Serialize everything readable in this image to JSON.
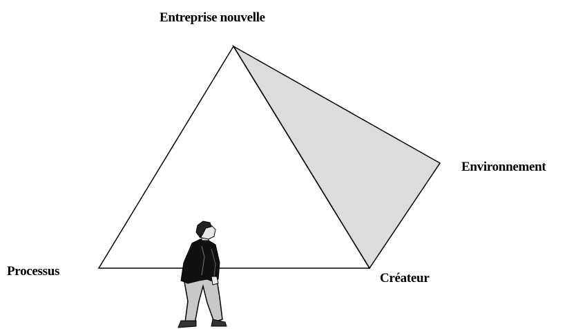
{
  "diagram": {
    "vertices": {
      "top": "Entreprise nouvelle",
      "right": "Environnement",
      "left": "Processus",
      "bottom_right": "Créateur"
    },
    "colors": {
      "outline": "#000000",
      "shaded_face": "#dcdcdc",
      "background": "#ffffff",
      "figure_jacket": "#111111",
      "figure_trousers": "#c8c8c8",
      "figure_skin": "#e8e8e8"
    },
    "figure": "person-looking-up-illustration"
  }
}
